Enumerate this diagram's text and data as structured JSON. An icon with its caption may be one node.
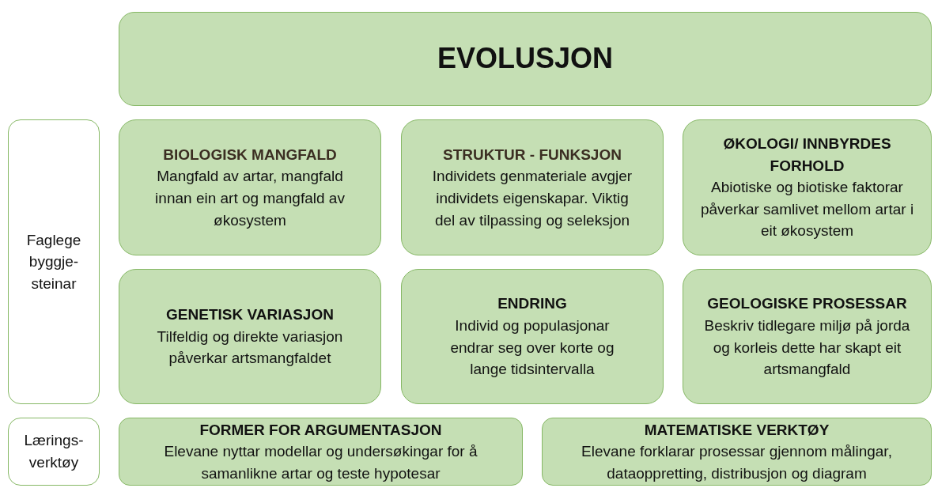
{
  "diagram": {
    "nodes": [
      {
        "text": [
          "EVOLUSJON"
        ]
      },
      {
        "text": [
          "Faglege byggje-steinar"
        ]
      },
      {
        "text": [
          "BIOLOGISK MANGFALD",
          "Mangfald av artar, mangfald innan ein art og mangfald av økosystem"
        ]
      },
      {
        "text": [
          "STRUKTUR - FUNKSJON",
          "Individets genmateriale avgjer individets eigenskapar. Viktig del av tilpassing og seleksjon"
        ]
      },
      {
        "text": [
          "ØKOLOGI/ INNBYRDES FORHOLD",
          "Abiotiske og biotiske faktorar påverkar samlivet mellom artar i eit økosystem"
        ]
      },
      {
        "text": [
          "GENETISK VARIASJON",
          "Tilfeldig og direkte variasjon påverkar artsmangfaldet"
        ]
      },
      {
        "text": [
          "ENDRING",
          "Individ og populasjonar endrar seg over korte og lange tidsintervalla"
        ]
      },
      {
        "text": [
          "GEOLOGISKE PROSESSAR",
          "Beskriv tidlegare miljø på jorda og korleis dette har skapt eit artsmangfald"
        ]
      },
      {
        "text": [
          "Lærings-verktøy"
        ]
      },
      {
        "text": [
          "FORMER FOR ARGUMENTASJON",
          "Elevane nyttar modellar og undersøkingar for å samanlikne artar og teste hypotesar"
        ]
      },
      {
        "text": [
          "MATEMATISKE VERKTØY",
          "Elevane forklarar prosessar gjennom målingar, dataoppretting, distribusjon og diagram"
        ]
      }
    ]
  }
}
